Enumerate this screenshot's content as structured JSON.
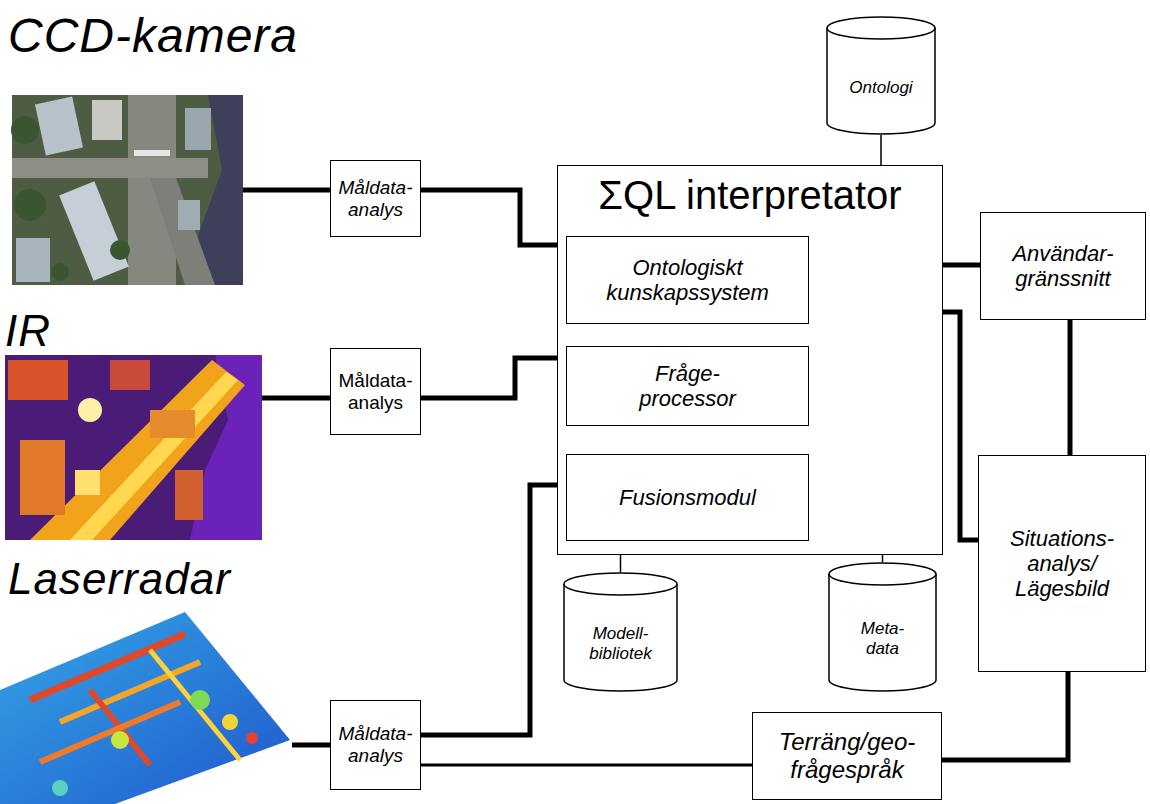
{
  "diagram": {
    "nodes": [
      {
        "text": [
          "CCD-kamera"
        ]
      },
      {
        "text": [
          "Ontologi"
        ]
      },
      {
        "text": [
          "Måldata- analys"
        ]
      },
      {
        "text": [
          "ΣQL interpretator"
        ]
      },
      {
        "text": [
          "Ontologiskt kunskapssystem"
        ],
        "in": 3
      },
      {
        "text": [
          "Fråge- processor"
        ],
        "in": 3
      },
      {
        "text": [
          "Fusionsmodul"
        ],
        "in": 3
      },
      {
        "text": [
          "Användar- gränssnitt"
        ]
      },
      {
        "text": [
          "IR"
        ]
      },
      {
        "text": [
          "Måldata- analys"
        ]
      },
      {
        "text": [
          "Situations- analys/ Lägesbild"
        ]
      },
      {
        "text": [
          "Laserradar"
        ]
      },
      {
        "text": [
          "Modell- bibliotek"
        ]
      },
      {
        "text": [
          "Meta- data"
        ]
      },
      {
        "text": [
          "Måldata- analys"
        ]
      },
      {
        "text": [
          "Terräng/geo- frågespråk"
        ]
      }
    ],
    "edges": [
      {
        "from": 0,
        "to": 2,
        "arrow": "none"
      },
      {
        "from": 2,
        "to": 3,
        "arrow": "none"
      },
      {
        "from": 1,
        "to": 3,
        "arrow": "none"
      },
      {
        "from": 3,
        "to": 7,
        "arrow": "none"
      },
      {
        "from": 8,
        "to": 9,
        "arrow": "none"
      },
      {
        "from": 9,
        "to": 3,
        "arrow": "none"
      },
      {
        "from": 3,
        "to": 10,
        "arrow": "none"
      },
      {
        "from": 7,
        "to": 10,
        "arrow": "none"
      },
      {
        "from": 11,
        "to": 14,
        "arrow": "none"
      },
      {
        "from": 14,
        "to": 3,
        "arrow": "none"
      },
      {
        "from": 14,
        "to": 15,
        "arrow": "none"
      },
      {
        "from": 15,
        "to": 10,
        "arrow": "none"
      },
      {
        "from": 12,
        "to": 3,
        "arrow": "none"
      },
      {
        "from": 13,
        "to": 3,
        "arrow": "none"
      }
    ]
  }
}
